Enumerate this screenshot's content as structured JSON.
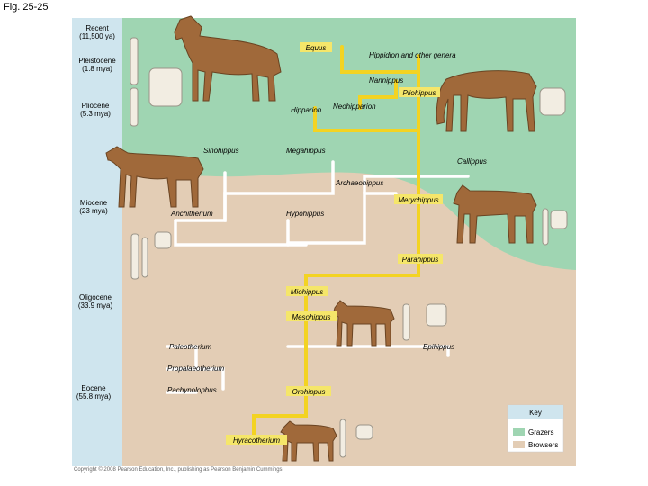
{
  "figure_label": "Fig. 25-25",
  "epochs": [
    {
      "name": "Recent",
      "date": "(11,500 ya)"
    },
    {
      "name": "Pleistocene",
      "date": "(1.8 mya)"
    },
    {
      "name": "Pliocene",
      "date": "(5.3 mya)"
    },
    {
      "name": "Miocene",
      "date": "(23 mya)"
    },
    {
      "name": "Oligocene",
      "date": "(33.9 mya)"
    },
    {
      "name": "Eocene",
      "date": "(55.8 mya)"
    }
  ],
  "genera": {
    "equus": "Equus",
    "hippidion": "Hippidion and other genera",
    "nannippus": "Nannippus",
    "pliohippus": "Pliohippus",
    "hipparion": "Hipparion",
    "neohipparion": "Neohipparion",
    "sinohippus": "Sinohippus",
    "megahippus": "Megahippus",
    "callippus": "Callippus",
    "archaeohippus": "Archaeohippus",
    "merychippus": "Merychippus",
    "anchitherium": "Anchitherium",
    "hypohippus": "Hypohippus",
    "parahippus": "Parahippus",
    "miohippus": "Miohippus",
    "mesohippus": "Mesohippus",
    "paleotherium": "Paleotherium",
    "epihippus": "Epihippus",
    "propalaeotherium": "Propalaeotherium",
    "pachynolophus": "Pachynolophus",
    "orohippus": "Orohippus",
    "hyracotherium": "Hyracotherium"
  },
  "key": {
    "title": "Key",
    "grazers": "Grazers",
    "browsers": "Browsers"
  },
  "colors": {
    "grazers": "#9fd5b2",
    "browsers": "#e3cdb5",
    "timeline": "#cfe5ee",
    "yellow_lineage": "#f3d322",
    "other_lineage": "#ffffff",
    "label_box": "#f5e66a"
  },
  "copyright": "Copyright © 2008 Pearson Education, Inc., publishing as Pearson Benjamin Cummings."
}
